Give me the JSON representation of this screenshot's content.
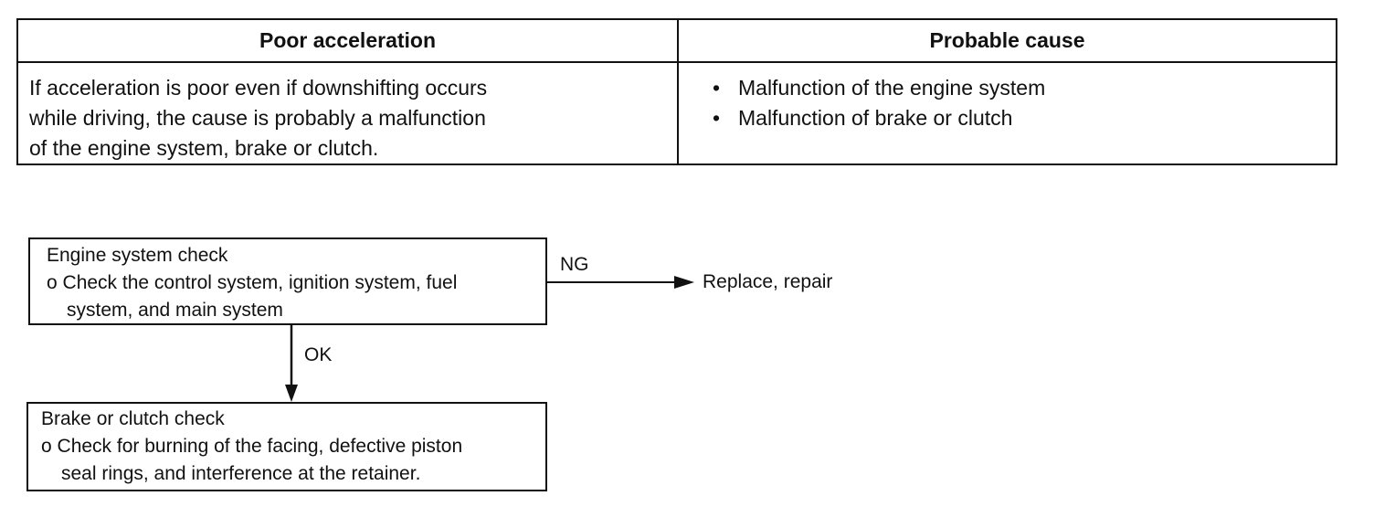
{
  "table": {
    "headers": [
      "Poor acceleration",
      "Probable cause"
    ],
    "symptom_lines": [
      "If acceleration is poor even if downshifting occurs",
      "while driving, the cause is probably a malfunction",
      "of the engine system, brake or clutch."
    ],
    "bullet_glyph": "•",
    "causes": [
      "Malfunction of the engine system",
      "Malfunction of brake or clutch"
    ]
  },
  "flowchart": {
    "step1": {
      "title": "Engine system check",
      "item_marker": "o",
      "item_line1": "Check the control system, ignition system, fuel",
      "item_line2": "system, and main system"
    },
    "ng_label": "NG",
    "ng_result": "Replace, repair",
    "ok_label": "OK",
    "step2": {
      "title": "Brake or clutch check",
      "item_marker": "o",
      "item_line1": "Check for burning of the facing, defective piston",
      "item_line2": "seal rings, and interference at the retainer."
    }
  }
}
